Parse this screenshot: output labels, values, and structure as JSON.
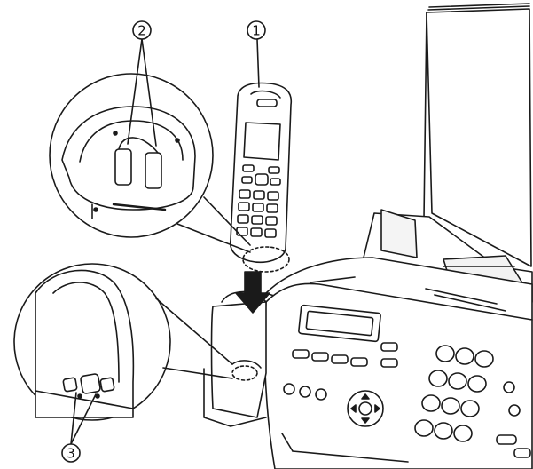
{
  "callouts": {
    "handset": "1",
    "handset_contacts": "2",
    "base_charge_contacts": "3"
  }
}
